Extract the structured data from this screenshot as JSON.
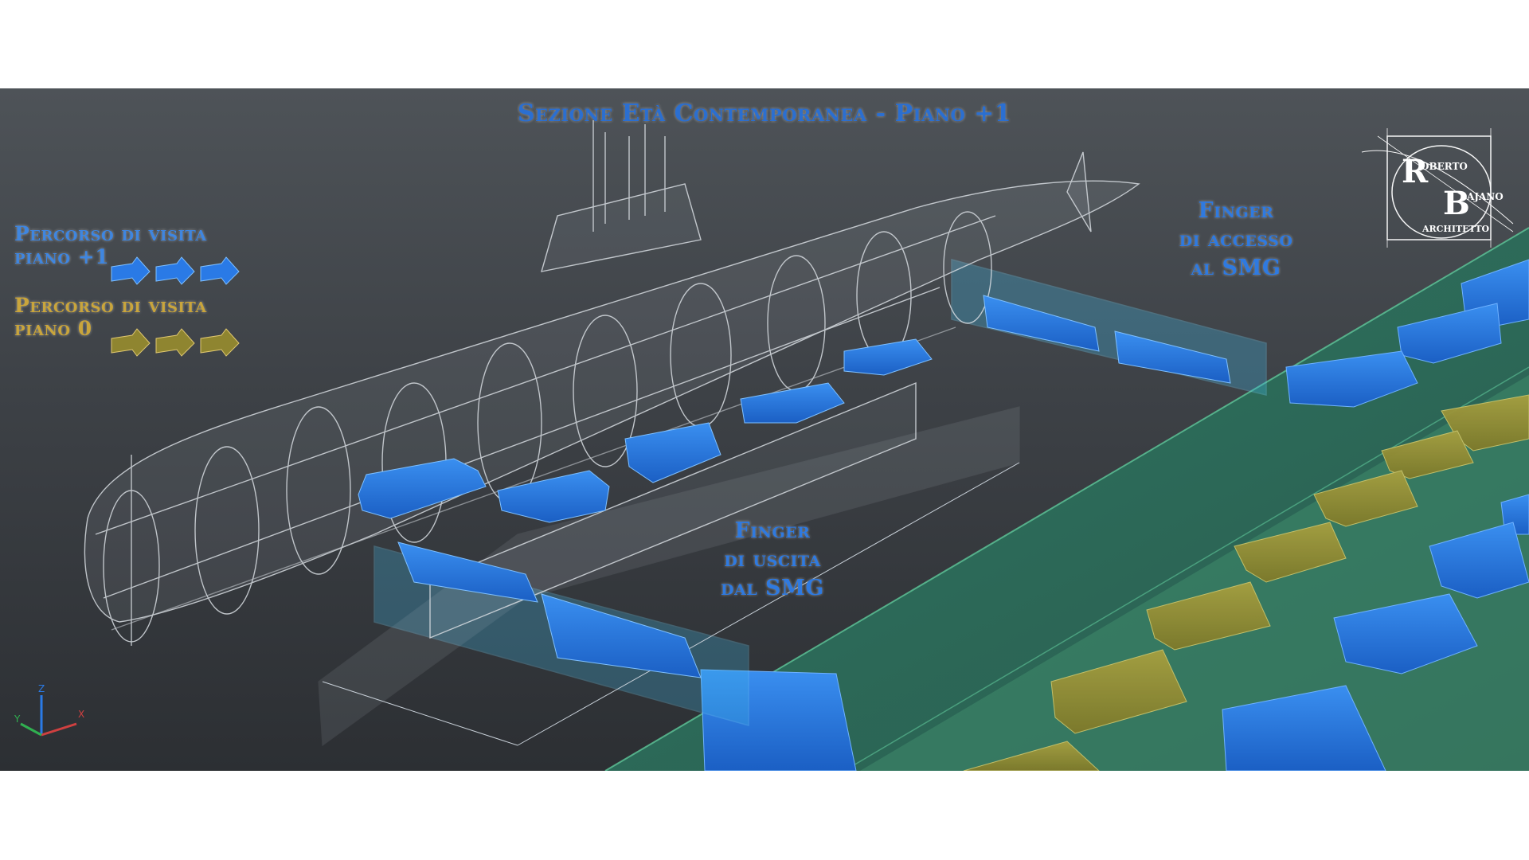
{
  "title": "Sezione Età Contemporanea - Piano +1",
  "legend": {
    "blue": {
      "line1": "Percorso di visita",
      "line2": "piano +1",
      "color": "#3f86e0",
      "icon": "blue-route-arrow-icon"
    },
    "gold": {
      "line1": "Percorso di visita",
      "line2": "piano  0",
      "color": "#c9a53c",
      "icon": "gold-route-arrow-icon"
    }
  },
  "labels": {
    "access": {
      "line1": "Finger",
      "line2": "di accesso",
      "line3": "al SMG"
    },
    "exit": {
      "line1": "Finger",
      "line2": "di uscita",
      "line3": "dal SMG"
    }
  },
  "logo": {
    "text_lines": [
      "Roberto",
      "Bajano",
      "Architetto"
    ],
    "icon": "architect-logo-icon"
  },
  "axes": {
    "x": "X",
    "y": "Y",
    "z": "Z",
    "icon": "ucs-axis-icon"
  },
  "colors": {
    "route_blue": "#1f6fd6",
    "route_gold": "#8f8a30",
    "floor_green": "#2f6e5a",
    "finger_cyan": "#3fb6e6",
    "wireframe": "#d8dde2"
  }
}
